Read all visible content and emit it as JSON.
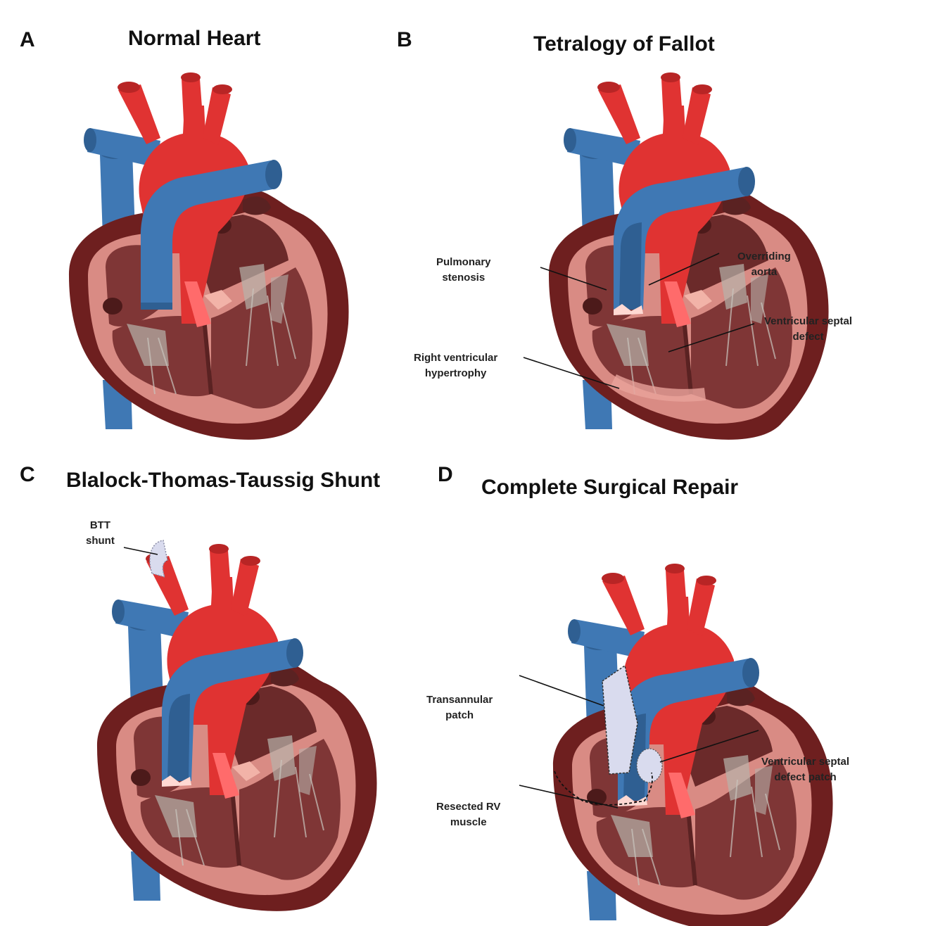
{
  "colors": {
    "outer_wall": "#6e1f1f",
    "inner_wall": "#d98b84",
    "chamber": "#7f3636",
    "chamber_dark": "#5a2222",
    "aorta": "#e03332",
    "pulmonary": "#3f78b4",
    "pulmonary_dark": "#2f5f92",
    "patch": "#d9dbee",
    "valve": "#b7b3ab"
  },
  "panels": [
    {
      "letter": "A",
      "title": "Normal Heart",
      "annotations": []
    },
    {
      "letter": "B",
      "title": "Tetralogy of Fallot",
      "annotations": [
        {
          "lines": [
            "Pulmonary",
            "stenosis"
          ]
        },
        {
          "lines": [
            "Overriding",
            "aorta"
          ]
        },
        {
          "lines": [
            "Ventricular septal",
            "defect"
          ]
        },
        {
          "lines": [
            "Right ventricular",
            "hypertrophy"
          ]
        }
      ]
    },
    {
      "letter": "C",
      "title": "Blalock-Thomas-Taussig Shunt",
      "annotations": [
        {
          "lines": [
            "BTT",
            "shunt"
          ]
        }
      ]
    },
    {
      "letter": "D",
      "title": "Complete Surgical Repair",
      "annotations": [
        {
          "lines": [
            "Transannular",
            "patch"
          ]
        },
        {
          "lines": [
            "Ventricular septal",
            "defect patch"
          ]
        },
        {
          "lines": [
            "Resected RV",
            "muscle"
          ]
        }
      ]
    }
  ]
}
